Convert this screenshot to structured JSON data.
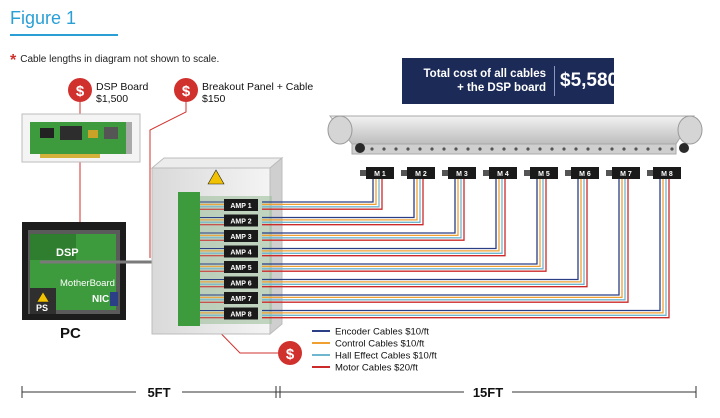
{
  "figure_title": "Figure 1",
  "note": "Cable lengths in diagram not shown to scale.",
  "dsp_board": {
    "name": "DSP Board",
    "price": "$1,500"
  },
  "breakout_panel": {
    "name": "Breakout Panel + Cable",
    "price": "$150"
  },
  "total_cost": {
    "label_line1": "Total cost of all cables",
    "label_line2": "+ the DSP board",
    "value": "$5,580"
  },
  "pc": {
    "title": "PC",
    "dsp": "DSP",
    "motherboard": "MotherBoard",
    "nic": "NIC",
    "ps": "PS"
  },
  "amps": [
    "AMP 1",
    "AMP 2",
    "AMP 3",
    "AMP 4",
    "AMP 5",
    "AMP 6",
    "AMP 7",
    "AMP 8"
  ],
  "motors": [
    "M 1",
    "M 2",
    "M 3",
    "M 4",
    "M 5",
    "M 6",
    "M 7",
    "M 8"
  ],
  "legend": [
    {
      "label": "Encoder Cables $10/ft",
      "color": "#2b3f86"
    },
    {
      "label": "Control Cables  $10/ft",
      "color": "#f0a030"
    },
    {
      "label": "Hall Effect Cables $10/ft",
      "color": "#6fb6cf"
    },
    {
      "label": "Motor Cables $20/ft",
      "color": "#cc2a2a"
    }
  ],
  "dimensions": {
    "left": "5FT",
    "right": "15FT"
  },
  "colors": {
    "accent": "#2a9fd6",
    "price_badge": "#d0312d",
    "cost_box": "#1b2a56",
    "board_green": "#3d9a3d"
  }
}
